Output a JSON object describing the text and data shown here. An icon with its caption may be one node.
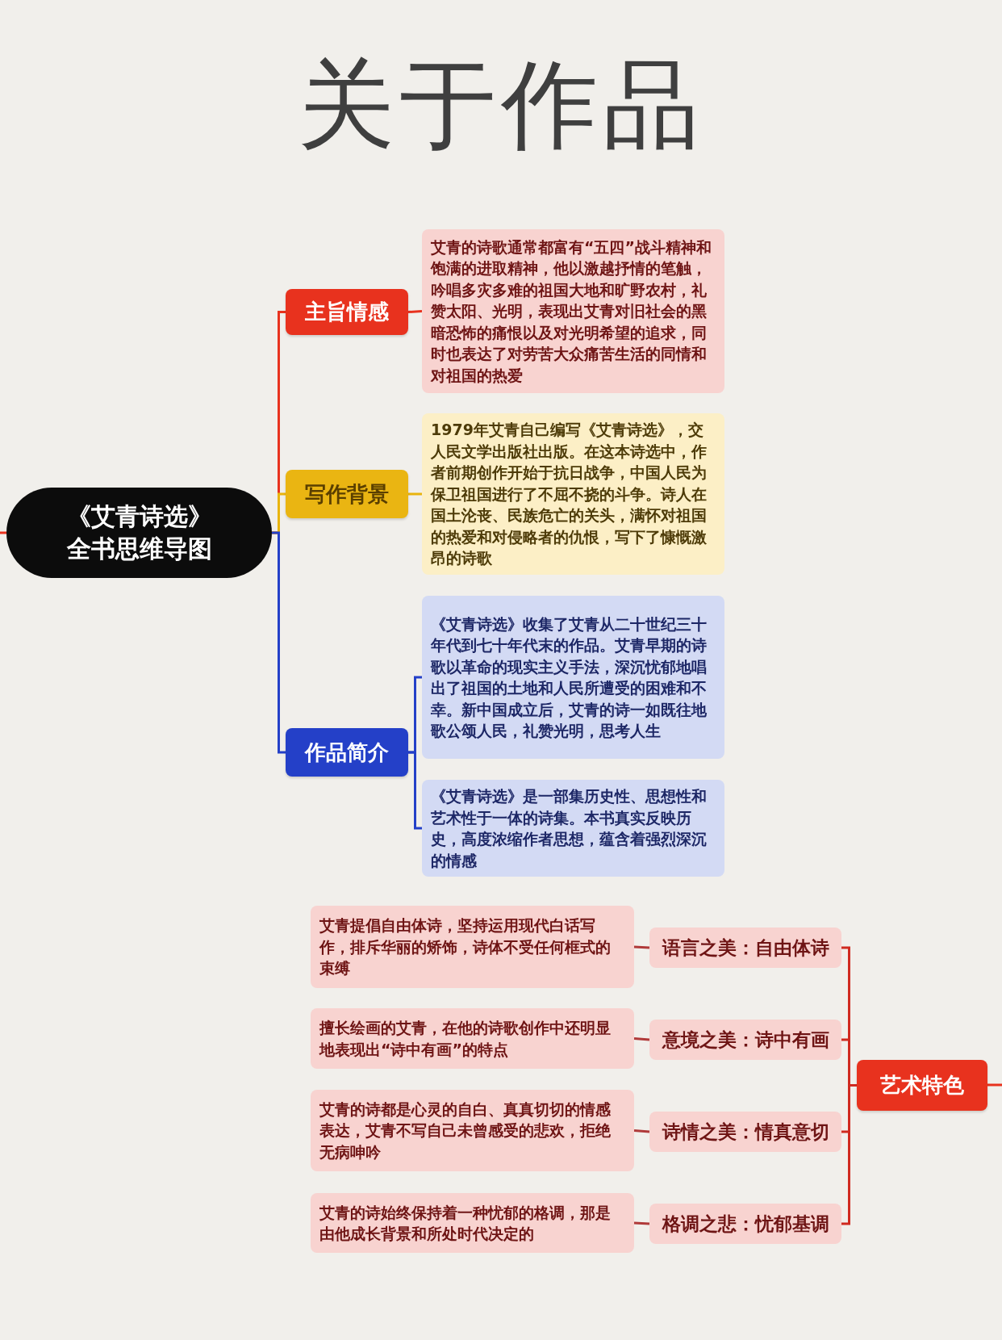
{
  "diagram": {
    "title": "关于作品",
    "nodes": [
      {
        "text": [
          "《艾青诗选》全书思维导图"
        ]
      },
      {
        "text": [
          "主旨情感"
        ]
      },
      {
        "text": [
          "艾青的诗歌通常都富有“五四”战斗精神和饱满的进取精神，他以激越抒情的笔触，吟唱多灾多难的祖国大地和旷野农村，礼赞太阳、光明，表现出艾青对旧社会的黑暗恐怖的痛恨以及对光明希望的追求，同时也表达了对劳苦大众痛苦生活的同情和对祖国的热爱"
        ]
      },
      {
        "text": [
          "写作背景"
        ]
      },
      {
        "text": [
          "1979年艾青自己编写《艾青诗选》，交人民文学出版社出版。在这本诗选中，作者前期创作开始于抗日战争，中国人民为保卫祖国进行了不屈不挠的斗争。诗人在国土沦丧、民族危亡的关头，满怀对祖国的热爱和对侵略者的仇恨，写下了慷慨激昂的诗歌"
        ]
      },
      {
        "text": [
          "作品简介"
        ]
      },
      {
        "text": [
          "《艾青诗选》收集了艾青从二十世纪三十年代到七十年代末的作品。艾青早期的诗歌以革命的现实主义手法，深沉忧郁地唱出了祖国的土地和人民所遭受的困难和不幸。新中国成立后，艾青的诗一如既往地歌公颂人民，礼赞光明，思考人生"
        ]
      },
      {
        "text": [
          "《艾青诗选》是一部集历史性、思想性和艺术性于一体的诗集。本书真实反映历史，高度浓缩作者思想，蕴含着强烈深沉的情感"
        ]
      },
      {
        "text": [
          "艺术特色"
        ]
      },
      {
        "text": [
          "语言之美：自由体诗"
        ]
      },
      {
        "text": [
          "艾青提倡自由体诗，坚持运用现代白话写作，排斥华丽的矫饰，诗体不受任何框式的束缚"
        ]
      },
      {
        "text": [
          "意境之美：诗中有画"
        ]
      },
      {
        "text": [
          "擅长绘画的艾青，在他的诗歌创作中还明显地表现出“诗中有画”的特点"
        ]
      },
      {
        "text": [
          "诗情之美：情真意切"
        ]
      },
      {
        "text": [
          "艾青的诗都是心灵的自白、真真切切的情感表达，艾青不写自己未曾感受的悲欢，拒绝无病呻吟"
        ]
      },
      {
        "text": [
          "格调之悲：忧郁基调"
        ]
      },
      {
        "text": [
          "艾青的诗始终保持着一种忧郁的格调，那是由他成长背景和所处时代决定的"
        ]
      }
    ],
    "edges": [
      {
        "from": null,
        "to": 0,
        "arrow": "none",
        "color": "#e8321e"
      },
      {
        "from": 0,
        "to": 1,
        "arrow": "none",
        "color": "#e8321e"
      },
      {
        "from": 0,
        "to": 3,
        "arrow": "none",
        "color": "#e9b40e"
      },
      {
        "from": 0,
        "to": 5,
        "arrow": "none",
        "color": "#2440c8"
      },
      {
        "from": 1,
        "to": 2,
        "arrow": "none",
        "color": "#e8321e"
      },
      {
        "from": 3,
        "to": 4,
        "arrow": "none",
        "color": "#e9b40e"
      },
      {
        "from": 5,
        "to": 6,
        "arrow": "none",
        "color": "#2440c8"
      },
      {
        "from": 5,
        "to": 7,
        "arrow": "none",
        "color": "#2440c8"
      },
      {
        "from": null,
        "to": 8,
        "arrow": "none",
        "color": "#e8321e"
      },
      {
        "from": 8,
        "to": 9,
        "arrow": "none",
        "color": "#d02a20"
      },
      {
        "from": 8,
        "to": 11,
        "arrow": "none",
        "color": "#d02a20"
      },
      {
        "from": 8,
        "to": 13,
        "arrow": "none",
        "color": "#d02a20"
      },
      {
        "from": 8,
        "to": 15,
        "arrow": "none",
        "color": "#d02a20"
      },
      {
        "from": 9,
        "to": 10,
        "arrow": "none",
        "color": "#b03a3a"
      },
      {
        "from": 11,
        "to": 12,
        "arrow": "none",
        "color": "#b03a3a"
      },
      {
        "from": 13,
        "to": 14,
        "arrow": "none",
        "color": "#b03a3a"
      },
      {
        "from": 15,
        "to": 16,
        "arrow": "none",
        "color": "#b03a3a"
      }
    ]
  }
}
